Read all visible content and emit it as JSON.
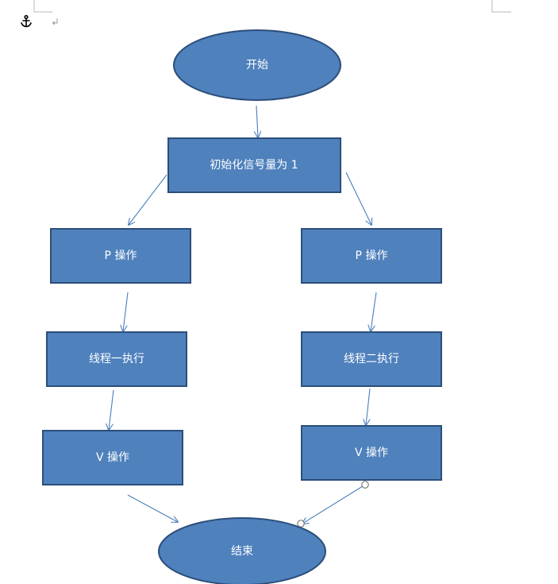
{
  "nodes": {
    "start": "开始",
    "init": "初始化信号量为 1",
    "p_left": "P 操作",
    "p_right": "P 操作",
    "thread1": "线程一执行",
    "thread2": "线程二执行",
    "v_left": "V 操作",
    "v_right": "V 操作",
    "end": "结束"
  },
  "colors": {
    "shape_fill": "#4F81BD",
    "shape_stroke": "#2C4E7A",
    "arrow": "#4A7EBB",
    "label": "#FFFFFF"
  },
  "icons": {
    "anchor": "anchor-icon",
    "paragraph_mark": "return-mark-icon"
  }
}
